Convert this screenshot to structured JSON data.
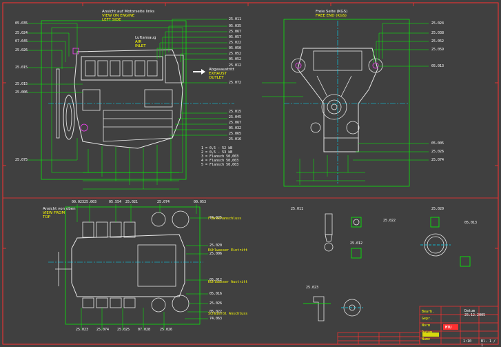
{
  "colors": {
    "background": "#404040",
    "frame": "#ff3030",
    "dimension": "#00ff00",
    "callout_text": "#ffff00",
    "engine_body": "#e8e8e8",
    "centerline": "#00e0ff",
    "label_text": "#ffffff"
  },
  "views": {
    "side": {
      "title": "Ansicht auf Motorseite links",
      "title2": "VIEW ON ENGINE",
      "title3": "LEFT SIDE",
      "inlet_de": "Luftansaug",
      "inlet_en": "AIR",
      "inlet_en2": "INLET",
      "outlet_de": "Abgasaustritt",
      "outlet_en": "EXHAUST",
      "outlet_en2": "OUTLET"
    },
    "front": {
      "title": "Freie Seite (KGS)",
      "title2": "FREE END (KGS)"
    },
    "top": {
      "title": "Ansicht von oben",
      "title2": "VIEW FROM",
      "title3": "TOP"
    }
  },
  "callouts_left_side": [
    "05.035",
    "25.024",
    "07.645",
    "25.026",
    "25.015",
    "25.015",
    "25.006",
    "25.075"
  ],
  "callouts_mid_side": [
    "25.011",
    "05.035",
    "25.067",
    "05.057",
    "25.022",
    "05.050",
    "25.052",
    "05.052",
    "25.072",
    "25.012"
  ],
  "callouts_mid_side_lower": [
    "25.015",
    "25.045",
    "25.067",
    "05.032",
    "25.065",
    "25.016"
  ],
  "callouts_front_right": [
    "25.024",
    "25.038",
    "25.052",
    "25.059",
    "05.013",
    "05.005",
    "25.026",
    "25.074"
  ],
  "callouts_top_upper": [
    "00.023",
    "25.003",
    "05.554",
    "25.021",
    "25.074",
    "00.053"
  ],
  "callouts_top_right": [
    "74.025",
    "25.020",
    "25.006",
    "05.012",
    "05.016",
    "25.026",
    "05.022",
    "74.063"
  ],
  "callouts_top_lower": [
    "25.023",
    "25.074",
    "25.025",
    "07.028",
    "25.026"
  ],
  "legend_lines": [
    "1 = 0,5 - 52 kB",
    "2 = 0,5 - 53 kB",
    "3 = Flansch 50,003",
    "4 = Flansch 50,003",
    "5 = Flansch 50,003"
  ],
  "note_titles": [
    "Flanschanschluss",
    "Kühlwasser Eintritt",
    "Kühlwasser Austritt",
    "Schmieröl Anschluss"
  ],
  "detail_labels": [
    "25.011",
    "25.020",
    "25.022",
    "05.013",
    "25.012",
    "25.023"
  ],
  "titleblock": {
    "company": "MTU",
    "drawing_no": "Datum 25.12.2005",
    "sheet": "Bl. 1 / 1",
    "scale": "1:10",
    "rows": [
      "Bearb.",
      "Gepr.",
      "Norm",
      "Datum",
      "Name"
    ]
  }
}
